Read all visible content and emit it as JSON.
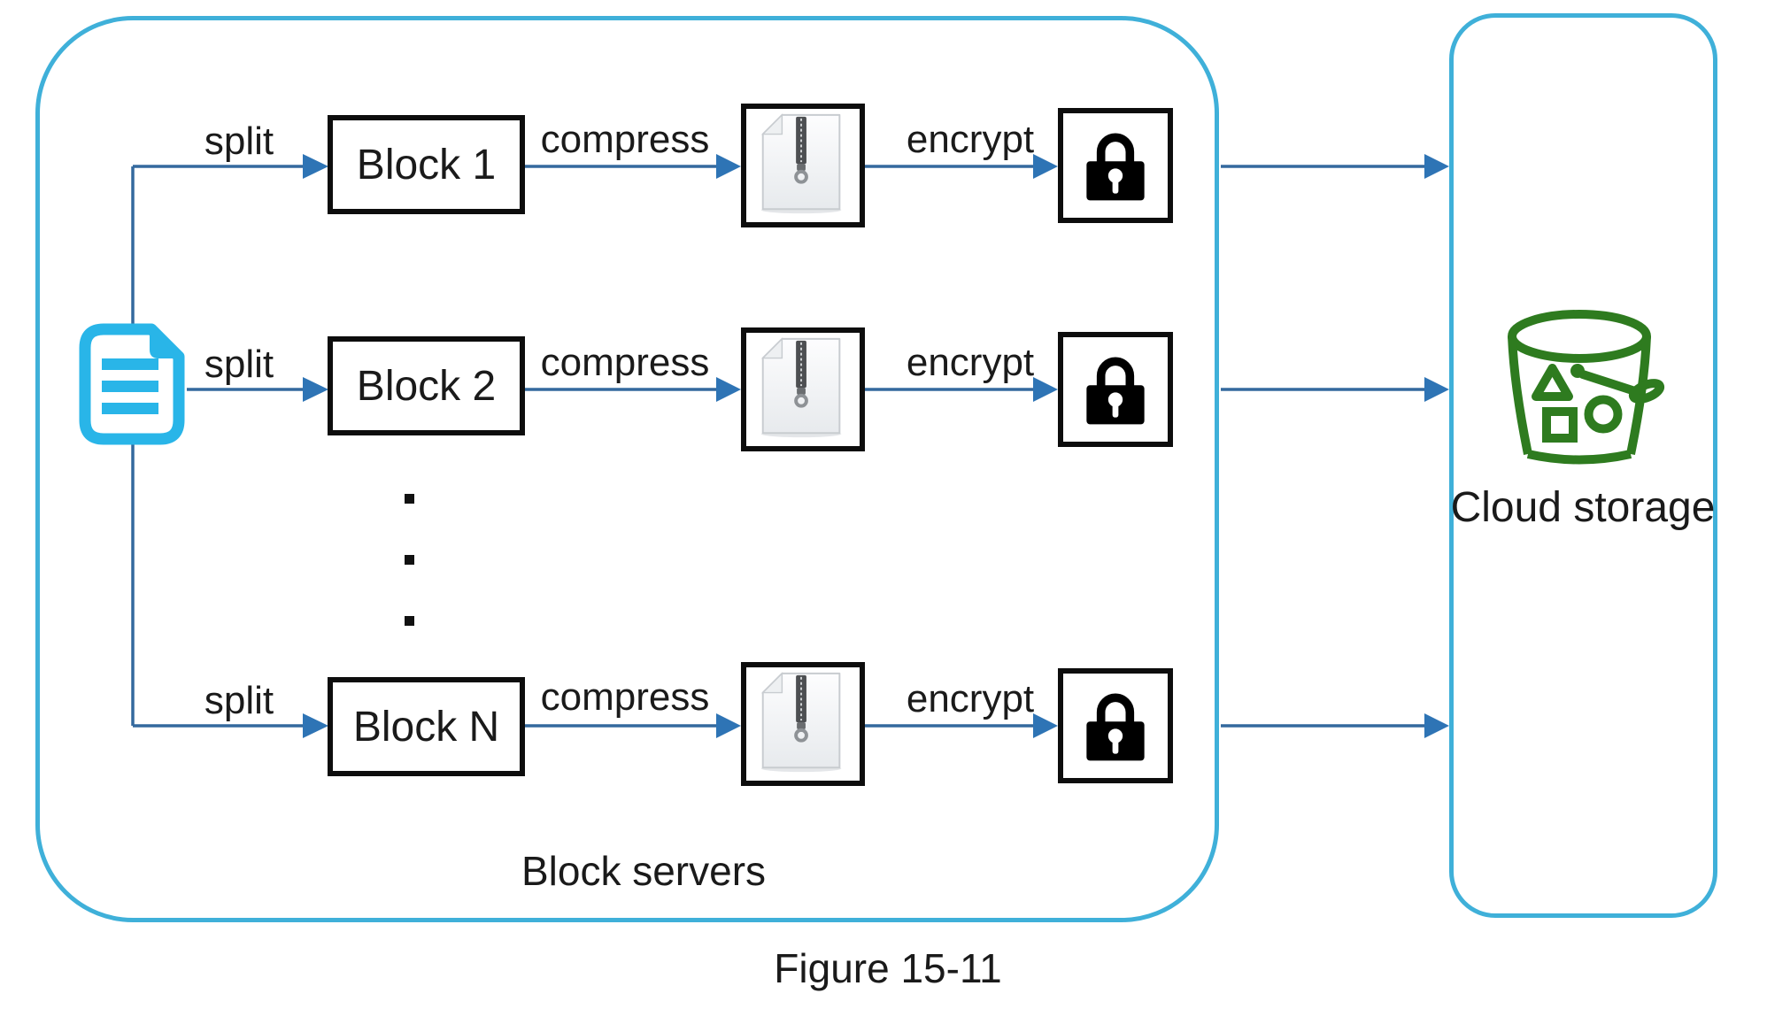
{
  "figure_caption": "Figure 15-11",
  "block_servers": {
    "label": "Block servers",
    "rows": [
      {
        "split": "split",
        "block": "Block 1",
        "compress": "compress",
        "encrypt": "encrypt"
      },
      {
        "split": "split",
        "block": "Block 2",
        "compress": "compress",
        "encrypt": "encrypt"
      },
      {
        "split": "split",
        "block": "Block N",
        "compress": "compress",
        "encrypt": "encrypt"
      }
    ]
  },
  "cloud_storage": {
    "label": "Cloud storage"
  },
  "icons": {
    "source_file": "document-icon",
    "compressed_file": "zip-file-icon",
    "encrypted_file": "lock-icon",
    "storage_bucket": "s3-bucket-icon"
  },
  "colors": {
    "container-border": "#3FB0D9",
    "connector": "#34699E",
    "arrowhead": "#2E74B5",
    "file-icon": "#29B5E8",
    "bucket-green": "#2E7B1F",
    "node-border": "#0D0D0D",
    "text": "#1A1A1A"
  }
}
